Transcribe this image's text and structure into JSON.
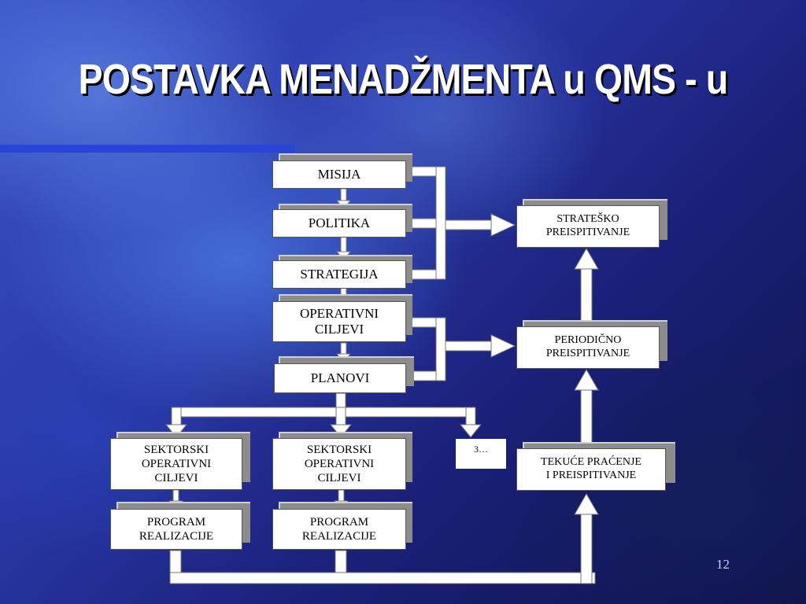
{
  "slide": {
    "title": "POSTAVKA MENADŽMENTA u QMS - u",
    "page_number": "12"
  },
  "diagram": {
    "left_column": {
      "misija": "MISIJA",
      "politika": "POLITIKA",
      "strategija": "STRATEGIJA",
      "operativni_ciljevi": "OPERATIVNI CILJEVI",
      "planovi": "PLANOVI"
    },
    "right_column": {
      "stratesko_line1": "STRATEŠKO",
      "stratesko_line2": "PREISPITIVANJE",
      "periodicno_line1": "PERIODIČNO",
      "periodicno_line2": "PREISPITIVANJE",
      "tekuce_line1": "TEKUĆE PRAĆENJE",
      "tekuce_line2": "I PREISPITIVANJE"
    },
    "sector_1": {
      "line1": "SEKTORSKI",
      "line2": "OPERATIVNI",
      "line3": "CILJEVI",
      "program_line1": "PROGRAM",
      "program_line2": "REALIZACIJE"
    },
    "sector_2": {
      "line1": "SEKTORSKI",
      "line2": "OPERATIVNI",
      "line3": "CILJEVI",
      "program_line1": "PROGRAM",
      "program_line2": "REALIZACIJE"
    },
    "more": "3…"
  },
  "colors": {
    "connector": "#ffffff",
    "connector_outline": "#777777",
    "box_fill": "#ffffff",
    "box_shadow": "#8c8c8c",
    "accent_bar": "#2a44d8"
  }
}
